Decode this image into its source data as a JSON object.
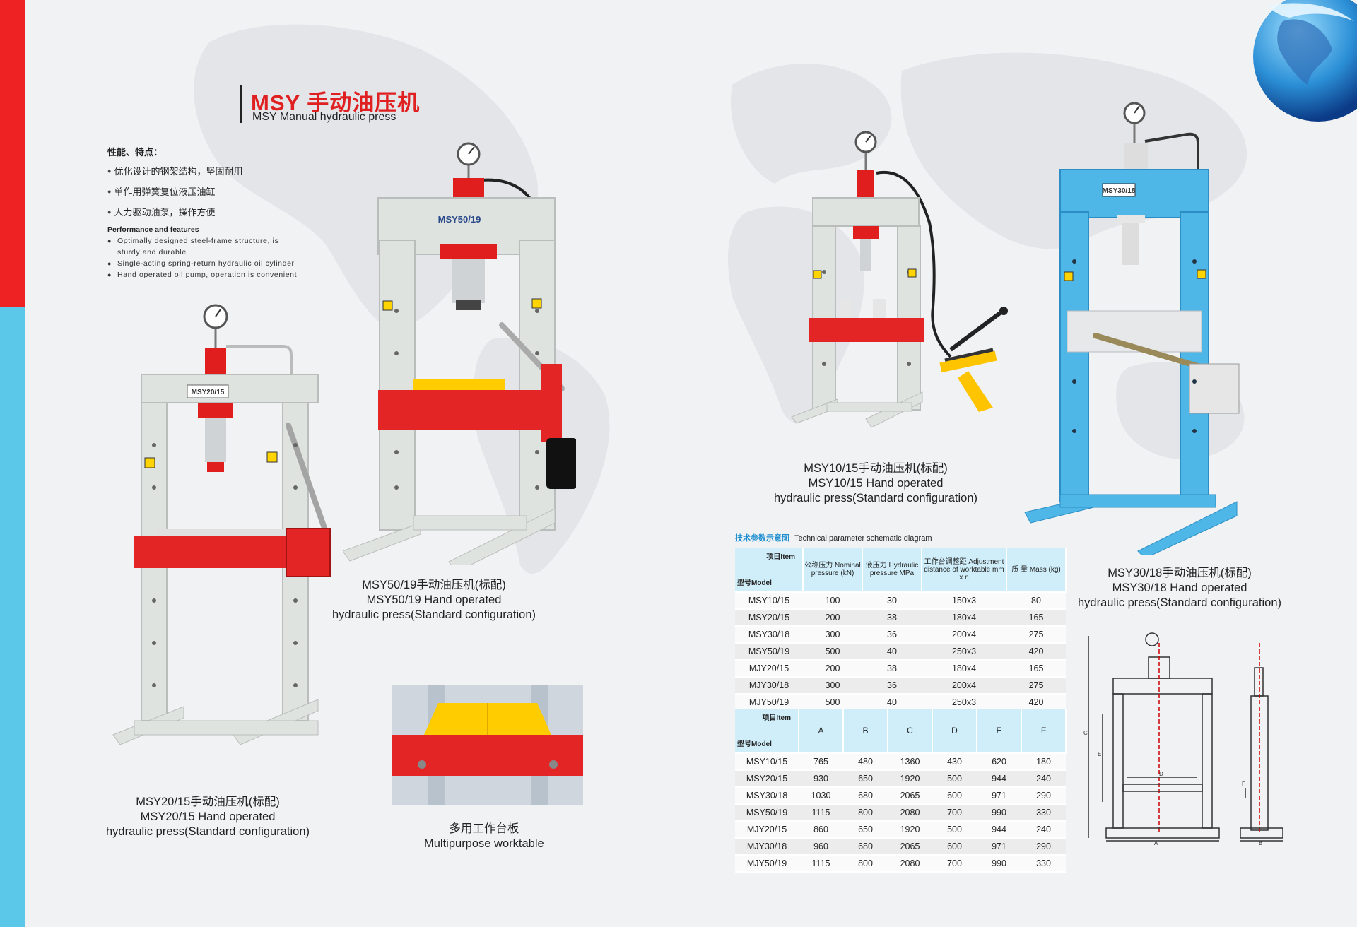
{
  "header": {
    "title_cn": "MSY 手动油压机",
    "title_en": "MSY Manual hydraulic press"
  },
  "features": {
    "heading_cn": "性能、特点：",
    "items_cn": [
      "优化设计的钢架结构，坚固耐用",
      "单作用弹簧复位液压油缸",
      "人力驱动油泵，操作方便"
    ],
    "heading_en": "Performance and features",
    "items_en": [
      "Optimally designed steel-frame structure, is sturdy and durable",
      "Single-acting spring-return hydraulic oil cylinder",
      "Hand operated oil pump, operation is convenient"
    ]
  },
  "products": {
    "msy20": {
      "label": "MSY20/15",
      "line1": "MSY20/15手动油压机(标配)",
      "line2": "MSY20/15 Hand operated",
      "line3": "hydraulic press(Standard configuration)"
    },
    "msy50": {
      "label": "MSY50/19",
      "line1": "MSY50/19手动油压机(标配)",
      "line2": "MSY50/19 Hand operated",
      "line3": "hydraulic press(Standard configuration)"
    },
    "msy10": {
      "line1": "MSY10/15手动油压机(标配)",
      "line2": "MSY10/15 Hand operated",
      "line3": "hydraulic press(Standard configuration)"
    },
    "msy30": {
      "label": "MSY30/18",
      "line1": "MSY30/18手动油压机(标配)",
      "line2": "MSY30/18 Hand operated",
      "line3": "hydraulic press(Standard configuration)"
    },
    "worktable": {
      "line1": "多用工作台板",
      "line2": "Multipurpose worktable"
    }
  },
  "tech": {
    "title_cn": "技术参数示意图",
    "title_en": "Technical parameter schematic diagram",
    "item_label": "项目Item",
    "model_label": "型号Model",
    "spec_headers": [
      "公称压力 Nominal pressure (kN)",
      "液压力 Hydraulic pressure MPa",
      "工作台调整距 Adjustment distance of worktable mm x n",
      "质 量 Mass (kg)"
    ],
    "spec_rows": [
      [
        "MSY10/15",
        "100",
        "30",
        "150x3",
        "80"
      ],
      [
        "MSY20/15",
        "200",
        "38",
        "180x4",
        "165"
      ],
      [
        "MSY30/18",
        "300",
        "36",
        "200x4",
        "275"
      ],
      [
        "MSY50/19",
        "500",
        "40",
        "250x3",
        "420"
      ],
      [
        "MJY20/15",
        "200",
        "38",
        "180x4",
        "165"
      ],
      [
        "MJY30/18",
        "300",
        "36",
        "200x4",
        "275"
      ],
      [
        "MJY50/19",
        "500",
        "40",
        "250x3",
        "420"
      ]
    ],
    "dim_headers": [
      "A",
      "B",
      "C",
      "D",
      "E",
      "F"
    ],
    "dim_rows": [
      [
        "MSY10/15",
        "765",
        "480",
        "1360",
        "430",
        "620",
        "180"
      ],
      [
        "MSY20/15",
        "930",
        "650",
        "1920",
        "500",
        "944",
        "240"
      ],
      [
        "MSY30/18",
        "1030",
        "680",
        "2065",
        "600",
        "971",
        "290"
      ],
      [
        "MSY50/19",
        "1115",
        "800",
        "2080",
        "700",
        "990",
        "330"
      ],
      [
        "MJY20/15",
        "860",
        "650",
        "1920",
        "500",
        "944",
        "240"
      ],
      [
        "MJY30/18",
        "960",
        "680",
        "2065",
        "600",
        "971",
        "290"
      ],
      [
        "MJY50/19",
        "1115",
        "800",
        "2080",
        "700",
        "990",
        "330"
      ]
    ]
  },
  "schematic": {
    "labels": [
      "A",
      "B",
      "C",
      "D",
      "E",
      "F"
    ]
  },
  "colors": {
    "red_stripe": "#ee2222",
    "blue_stripe": "#5bc8ea",
    "title_red": "#e02020",
    "frame_grey": "#dfe3e0",
    "frame_blue": "#4fb6e8",
    "table_header": "#cfeefa",
    "link_blue": "#1d8fcf"
  }
}
